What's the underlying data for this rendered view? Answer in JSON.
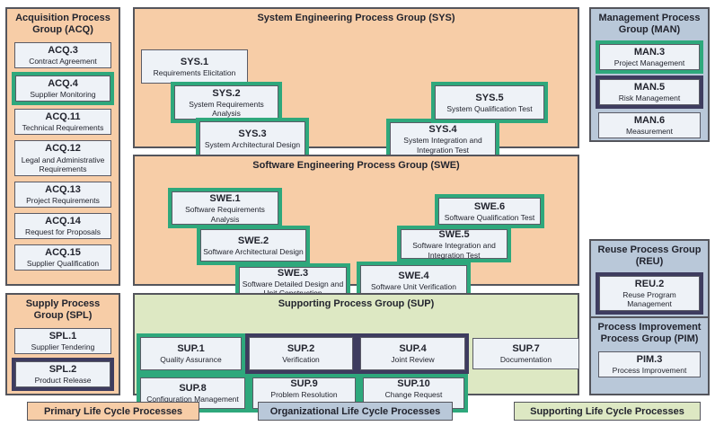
{
  "colors": {
    "primary": "#f7cda7",
    "organizational": "#b9c8d9",
    "supporting": "#dde8c3",
    "highlight_green": "#2ea87c",
    "highlight_navy": "#3e3c5f",
    "box_fill": "#eef2f7",
    "text": "#22242e"
  },
  "groups": [
    {
      "id": "acq",
      "category": "primary",
      "title": "Acquisition Process Group (ACQ)",
      "items": [
        {
          "code": "ACQ.3",
          "name": "Contract Agreement",
          "highlight": "none"
        },
        {
          "code": "ACQ.4",
          "name": "Supplier Monitoring",
          "highlight": "green"
        },
        {
          "code": "ACQ.11",
          "name": "Technical Requirements",
          "highlight": "none"
        },
        {
          "code": "ACQ.12",
          "name": "Legal and Administrative Requirements",
          "highlight": "none"
        },
        {
          "code": "ACQ.13",
          "name": "Project Requirements",
          "highlight": "none"
        },
        {
          "code": "ACQ.14",
          "name": "Request for Proposals",
          "highlight": "none"
        },
        {
          "code": "ACQ.15",
          "name": "Supplier Qualification",
          "highlight": "none"
        }
      ]
    },
    {
      "id": "spl",
      "category": "primary",
      "title": "Supply Process Group (SPL)",
      "items": [
        {
          "code": "SPL.1",
          "name": "Supplier Tendering",
          "highlight": "none"
        },
        {
          "code": "SPL.2",
          "name": "Product Release",
          "highlight": "navy"
        }
      ]
    },
    {
      "id": "sys",
      "category": "primary",
      "title": "System Engineering Process Group (SYS)",
      "items": [
        {
          "code": "SYS.1",
          "name": "Requirements Elicitation",
          "highlight": "none"
        },
        {
          "code": "SYS.2",
          "name": "System Requirements Analysis",
          "highlight": "green"
        },
        {
          "code": "SYS.3",
          "name": "System Architectural Design",
          "highlight": "green"
        },
        {
          "code": "SYS.4",
          "name": "System Integration and Integration Test",
          "highlight": "green"
        },
        {
          "code": "SYS.5",
          "name": "System Qualification Test",
          "highlight": "green"
        }
      ]
    },
    {
      "id": "swe",
      "category": "primary",
      "title": "Software Engineering Process Group (SWE)",
      "items": [
        {
          "code": "SWE.1",
          "name": "Software Requirements Analysis",
          "highlight": "green"
        },
        {
          "code": "SWE.2",
          "name": "Software Architectural Design",
          "highlight": "green"
        },
        {
          "code": "SWE.3",
          "name": "Software Detailed Design and Unit Construction",
          "highlight": "green"
        },
        {
          "code": "SWE.4",
          "name": "Software Unit Verification",
          "highlight": "green"
        },
        {
          "code": "SWE.5",
          "name": "Software Integration and Integration Test",
          "highlight": "green"
        },
        {
          "code": "SWE.6",
          "name": "Software Qualification Test",
          "highlight": "green"
        }
      ]
    },
    {
      "id": "sup",
      "category": "supporting",
      "title": "Supporting Process Group (SUP)",
      "items": [
        {
          "code": "SUP.1",
          "name": "Quality Assurance",
          "highlight": "green"
        },
        {
          "code": "SUP.2",
          "name": "Verification",
          "highlight": "navy"
        },
        {
          "code": "SUP.4",
          "name": "Joint Review",
          "highlight": "navy"
        },
        {
          "code": "SUP.7",
          "name": "Documentation",
          "highlight": "none"
        },
        {
          "code": "SUP.8",
          "name": "Configuration Management",
          "highlight": "green"
        },
        {
          "code": "SUP.9",
          "name": "Problem Resolution Management",
          "highlight": "green"
        },
        {
          "code": "SUP.10",
          "name": "Change Request Management",
          "highlight": "green"
        }
      ]
    },
    {
      "id": "man",
      "category": "organizational",
      "title": "Management Process Group (MAN)",
      "items": [
        {
          "code": "MAN.3",
          "name": "Project Management",
          "highlight": "green"
        },
        {
          "code": "MAN.5",
          "name": "Risk Management",
          "highlight": "navy"
        },
        {
          "code": "MAN.6",
          "name": "Measurement",
          "highlight": "none"
        }
      ]
    },
    {
      "id": "reu",
      "category": "organizational",
      "title": "Reuse Process Group (REU)",
      "items": [
        {
          "code": "REU.2",
          "name": "Reuse Program Management",
          "highlight": "navy"
        }
      ]
    },
    {
      "id": "pim",
      "category": "organizational",
      "title": "Process Improvement Process Group (PIM)",
      "items": [
        {
          "code": "PIM.3",
          "name": "Process Improvement",
          "highlight": "none"
        }
      ]
    }
  ],
  "legend": [
    {
      "label": "Primary Life Cycle Processes",
      "category": "primary"
    },
    {
      "label": "Organizational Life Cycle Processes",
      "category": "organizational"
    },
    {
      "label": "Supporting Life Cycle Processes",
      "category": "supporting"
    }
  ]
}
